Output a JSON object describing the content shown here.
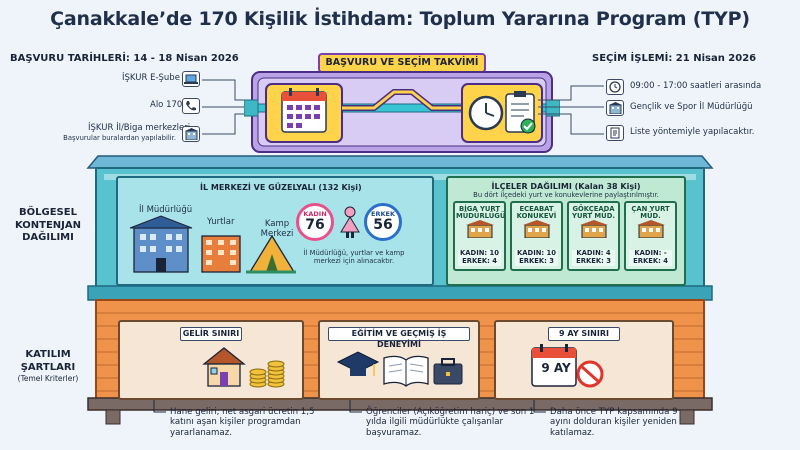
{
  "title": "Çanakkale’de 170 Kişilik İstihdam: Toplum Yararına Program (TYP)",
  "schedule": {
    "badge": "BAŞVURU VE SEÇİM TAKVİMİ",
    "application_label": "BAŞVURU TARİHLERİ: 14 - 18 Nisan 2026",
    "application_channels": [
      {
        "icon": "laptop-icon",
        "text": "İŞKUR E-Şube"
      },
      {
        "icon": "phone-icon",
        "text": "Alo 170"
      },
      {
        "icon": "building-icon",
        "text": "İŞKUR İl/Biga merkezleri",
        "subtext": "Başvurular buralardan yapılabilir."
      }
    ],
    "selection_label": "SEÇİM İŞLEMİ: 21 Nisan 2026",
    "selection_details": [
      {
        "icon": "clock-icon",
        "text": "09:00 - 17:00 saatleri arasında"
      },
      {
        "icon": "building-icon",
        "text": "Gençlik ve Spor İl Müdürlüğü"
      },
      {
        "icon": "document-icon",
        "text": "Liste yöntemiyle yapılacaktır."
      }
    ]
  },
  "regional": {
    "side_label": [
      "BÖLGESEL",
      "KONTENJAN",
      "DAĞILIMI"
    ],
    "center": {
      "title": "İL MERKEZİ VE GÜZELYALI (132 Kişi)",
      "places": [
        "İl Müdürlüğü",
        "Yurtlar",
        "Kamp Merkezi"
      ],
      "female_label": "KADIN",
      "female_value": "76",
      "male_label": "ERKEK",
      "male_value": "56",
      "note": "İl Müdürlüğü, yurtlar ve kamp merkezi için alınacaktır."
    },
    "districts": {
      "title": "İLÇELER DAĞILIMI (Kalan 38 Kişi)",
      "subtitle": "Bu dört ilçedeki yurt ve konukevlerine paylaştırılmıştır.",
      "items": [
        {
          "name": "BİGA YURT MÜDÜRLÜĞÜ",
          "female": "KADIN: 10",
          "male": "ERKEK: 4"
        },
        {
          "name": "ECEABAT KONUKEVİ",
          "female": "KADIN: 10",
          "male": "ERKEK: 3"
        },
        {
          "name": "GÖKÇEADA YURT MÜD.",
          "female": "KADIN: 4",
          "male": "ERKEK: 3"
        },
        {
          "name": "ÇAN YURT MÜD.",
          "female": "KADIN: -",
          "male": "ERKEK: 4"
        }
      ]
    }
  },
  "criteria": {
    "side_label": [
      "KATILIM",
      "ŞARTLARI"
    ],
    "side_sub": "(Temel Kriterler)",
    "items": [
      {
        "label": "GELİR SINIRI",
        "text": "Hane geliri, net asgari ücretin 1,5 katını aşan kişiler programdan yararlanamaz."
      },
      {
        "label": "EĞİTİM VE GEÇMİŞ İŞ DENEYİMİ",
        "text": "Öğrenciler (Açıköğretim hariç) ve son 1 yılda ilgili müdürlükte çalışanlar başvuramaz."
      },
      {
        "label": "9 AY SINIRI",
        "badge": "9 AY",
        "text": "Daha önce TYP kapsamında 9 ayını dolduran kişiler yeniden katılamaz."
      }
    ]
  },
  "colors": {
    "background": "#eef4fa",
    "teal": "#3fb8c4",
    "green": "#2e8f63",
    "orange": "#e2742b",
    "purple": "#7a3fb0",
    "yellow": "#ffd44a"
  }
}
